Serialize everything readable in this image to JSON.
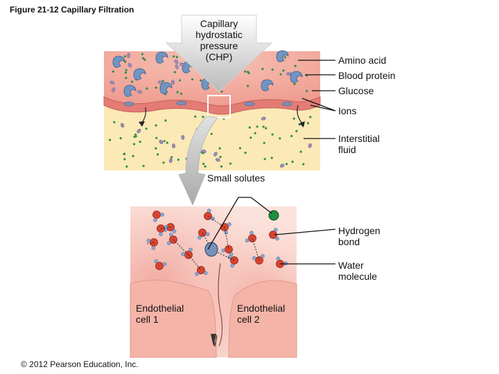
{
  "figure": {
    "title": "Figure 21-12  Capillary Filtration",
    "copyright": "© 2012 Pearson Education, Inc."
  },
  "labels": {
    "chp": "Capillary\nhydrostatic\npressure\n(CHP)",
    "amino_acid": "Amino acid",
    "blood_protein": "Blood protein",
    "glucose": "Glucose",
    "ions": "Ions",
    "interstitial_fluid": "Interstitial\nfluid",
    "small_solutes": "Small solutes",
    "hydrogen_bond": "Hydrogen\nbond",
    "water_molecule": "Water\nmolecule",
    "endothelial_cell_1": "Endothelial\ncell 1",
    "endothelial_cell_2": "Endothelial\ncell 2"
  },
  "colors": {
    "capillary_lumen": "#f2a99c",
    "endothelium": "#e88d86",
    "interstitium": "#fbe9b6",
    "dots_green": "#2f8f4a",
    "protein_blue": "#6f95c2",
    "glucose_purple": "#9a8db8",
    "oxygen_red": "#d9442f",
    "hydrogen_blue": "#8aa6cf",
    "arrow_gray": "#c9c9c9"
  }
}
